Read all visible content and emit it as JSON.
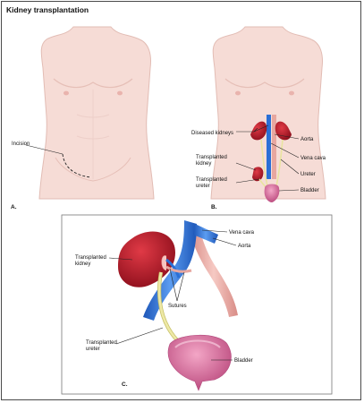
{
  "title": "Kidney transplantation",
  "panel_a": {
    "letter": "A.",
    "labels": {
      "incision": "Incision"
    }
  },
  "panel_b": {
    "letter": "B.",
    "labels": {
      "diseased_kidneys": "Diseased kidneys",
      "aorta": "Aorta",
      "vena_cava": "Vena cava",
      "ureter": "Ureter",
      "transplanted_kidney_1": "Transplanted",
      "transplanted_kidney_2": "kidney",
      "transplanted_ureter_1": "Transplanted",
      "transplanted_ureter_2": "ureter",
      "bladder": "Bladder"
    }
  },
  "panel_c": {
    "letter": "C.",
    "labels": {
      "vena_cava": "Vena cava",
      "aorta": "Aorta",
      "transplanted_kidney_1": "Transplanted",
      "transplanted_kidney_2": "kidney",
      "sutures": "Sutures",
      "transplanted_ureter_1": "Transplanted",
      "transplanted_ureter_2": "ureter",
      "bladder": "Bladder"
    }
  },
  "colors": {
    "skin": "#f6dcd6",
    "skin_shade": "#e6bfb7",
    "kidney": "#b31b2a",
    "vein": "#2a6fd6",
    "artery": "#e7a7a0",
    "ureter": "#e9e4a0",
    "bladder": "#d96a9a"
  }
}
